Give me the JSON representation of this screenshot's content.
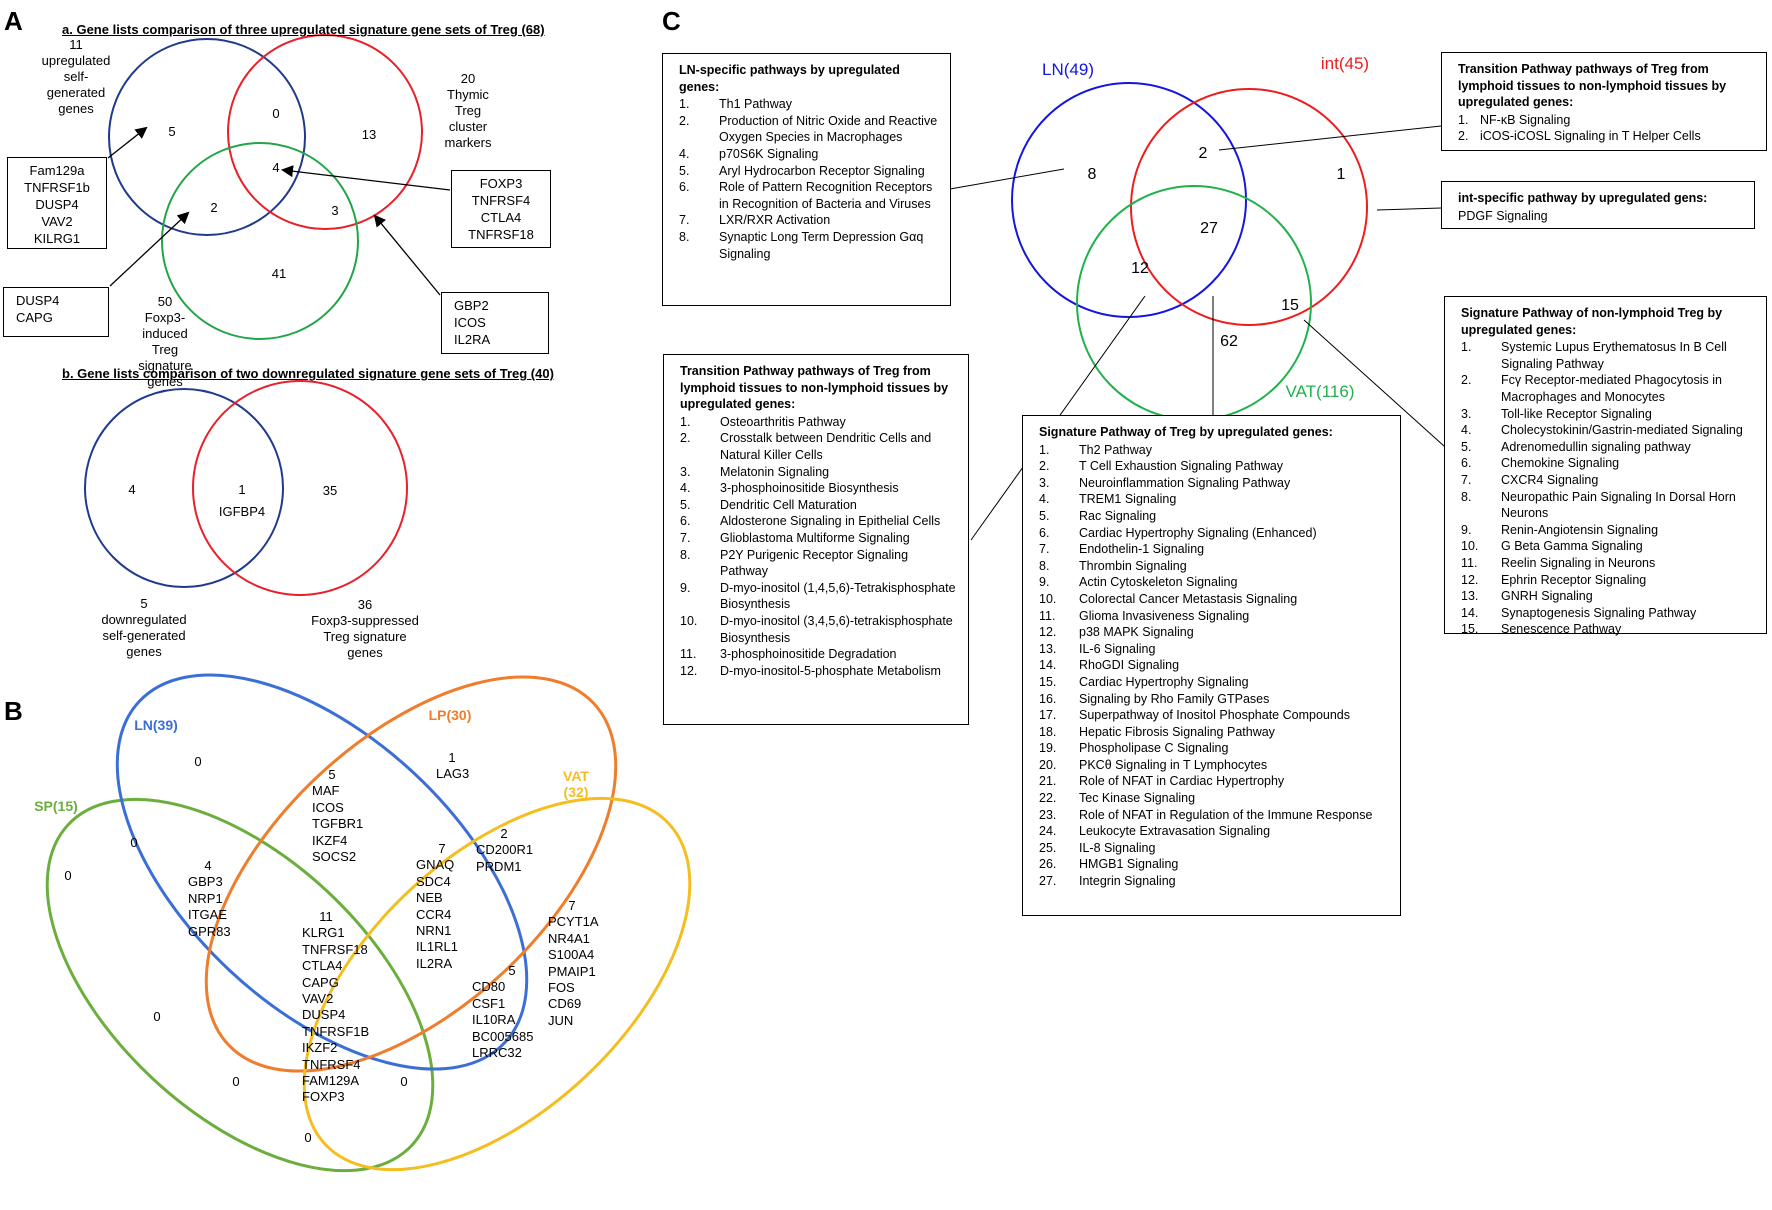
{
  "panels": {
    "a": "A",
    "b": "B",
    "c": "C"
  },
  "panel_a": {
    "title_a": "a.  Gene lists comparison of three upregulated signature gene sets of Treg (68)",
    "title_b": "b.  Gene lists comparison of two downregulated signature gene sets of Treg (40)",
    "venn_a": {
      "blue_label": "11\nupregulated\nself-\ngenerated\ngenes",
      "red_label": "20\nThymic\nTreg\ncluster\nmarkers",
      "green_label": "50\nFoxp3-\ninduced\nTreg\nsignature\ngenes",
      "counts": {
        "blue_only": "5",
        "blue_red": "0",
        "red_only": "13",
        "all": "4",
        "blue_green": "2",
        "red_green": "3",
        "green_only": "41"
      },
      "box_blue_only": [
        "Fam129a",
        "TNFRSF1b",
        "DUSP4",
        "VAV2",
        "KILRG1"
      ],
      "box_blue_green": [
        "DUSP4",
        "CAPG"
      ],
      "box_all": [
        "FOXP3",
        "TNFRSF4",
        "CTLA4",
        "TNFRSF18"
      ],
      "box_red_green": [
        "GBP2",
        "ICOS",
        "IL2RA"
      ]
    },
    "venn_b": {
      "left_only": "4",
      "both": "1",
      "both_gene": "IGFBP4",
      "right_only": "35",
      "left_label": "5\ndownregulated\nself-generated\ngenes",
      "right_label": "36\nFoxp3-suppressed\nTreg signature\ngenes"
    }
  },
  "panel_b": {
    "labels": {
      "ln": "LN(39)",
      "lp": "LP(30)",
      "sp": "SP(15)",
      "vat": "VAT\n(32)"
    },
    "colors": {
      "ln": "#3b6fd6",
      "lp": "#ef7d2b",
      "sp": "#6bae3e",
      "vat": "#f5bd1f"
    },
    "counts": [
      {
        "n": "0"
      },
      {
        "n": "1"
      },
      {
        "n": "0"
      },
      {
        "n": "0"
      },
      {
        "n": "0"
      },
      {
        "n": "0"
      },
      {
        "n": "0"
      },
      {
        "n": "0"
      }
    ],
    "groups": [
      {
        "count": "5",
        "genes": [
          "MAF",
          "ICOS",
          "TGFBR1",
          "IKZF4",
          "SOCS2"
        ]
      },
      {
        "count": "1",
        "genes": [
          "LAG3"
        ]
      },
      {
        "count": "4",
        "genes": [
          "GBP3",
          "NRP1",
          "ITGAE",
          "GPR83"
        ]
      },
      {
        "count": "7",
        "genes": [
          "GNAQ",
          "SDC4",
          "NEB",
          "CCR4",
          "NRN1",
          "IL1RL1",
          "IL2RA"
        ]
      },
      {
        "count": "2",
        "genes": [
          "CD200R1",
          "PRDM1"
        ]
      },
      {
        "count": "11",
        "genes": [
          "KLRG1",
          "TNFRSF18",
          "CTLA4",
          "CAPG",
          "VAV2",
          "DUSP4",
          "TNFRSF1B",
          "IKZF2",
          "TNFRSF4",
          "FAM129A",
          "FOXP3"
        ]
      },
      {
        "count": "5",
        "genes": [
          "CD80",
          "CSF1",
          "IL10RA",
          "BC005685",
          "LRRC32"
        ]
      },
      {
        "count": "7",
        "genes": [
          "PCYT1A",
          "NR4A1",
          "S100A4",
          "PMAIP1",
          "FOS",
          "CD69",
          "JUN"
        ]
      }
    ]
  },
  "panel_c": {
    "labels": {
      "ln": "LN(49)",
      "int": "int(45)",
      "vat": "VAT(116)"
    },
    "colors": {
      "ln": "#1515e0",
      "int": "#ee1c1c",
      "vat": "#1fb24a"
    },
    "counts": {
      "ln_only": "8",
      "ln_int": "2",
      "int_only": "1",
      "all": "27",
      "ln_vat": "12",
      "int_vat": "15",
      "vat_only": "62"
    },
    "box_ln": {
      "title": "LN-specific pathways by upregulated genes:",
      "items": [
        {
          "n": "1.",
          "t": "Th1 Pathway"
        },
        {
          "n": "2.",
          "t": "Production of Nitric Oxide and Reactive Oxygen Species in Macrophages"
        },
        {
          "n": "4.",
          "t": "p70S6K Signaling"
        },
        {
          "n": "5.",
          "t": "Aryl Hydrocarbon Receptor Signaling"
        },
        {
          "n": "6.",
          "t": "Role of Pattern Recognition Receptors in Recognition of Bacteria and Viruses"
        },
        {
          "n": "7.",
          "t": "LXR/RXR Activation"
        },
        {
          "n": "8.",
          "t": "Synaptic Long Term Depression Gαq Signaling"
        }
      ]
    },
    "box_lnint": {
      "title": "Transition Pathway pathways of Treg from lymphoid tissues to non-lymphoid tissues by upregulated genes:",
      "items": [
        {
          "n": "1.",
          "t": "NF-κB Signaling"
        },
        {
          "n": "2.",
          "t": "iCOS-iCOSL Signaling in T Helper Cells"
        }
      ]
    },
    "box_int": {
      "title": "int-specific pathway by upregulated gens:",
      "text": "PDGF Signaling"
    },
    "box_lnvat": {
      "title": "Transition Pathway pathways of Treg from lymphoid tissues to non-lymphoid tissues by upregulated genes:",
      "items": [
        {
          "n": "1.",
          "t": "Osteoarthritis Pathway"
        },
        {
          "n": "2.",
          "t": "Crosstalk between Dendritic Cells and Natural Killer Cells"
        },
        {
          "n": "3.",
          "t": "Melatonin Signaling"
        },
        {
          "n": "4.",
          "t": "3-phosphoinositide Biosynthesis"
        },
        {
          "n": "5.",
          "t": "Dendritic Cell Maturation"
        },
        {
          "n": "6.",
          "t": "Aldosterone Signaling in Epithelial Cells"
        },
        {
          "n": "7.",
          "t": "Glioblastoma Multiforme Signaling"
        },
        {
          "n": "8.",
          "t": "P2Y Purigenic Receptor Signaling Pathway"
        },
        {
          "n": "9.",
          "t": "D-myo-inositol (1,4,5,6)-Tetrakisphosphate Biosynthesis"
        },
        {
          "n": "10.",
          "t": "D-myo-inositol (3,4,5,6)-tetrakisphosphate Biosynthesis"
        },
        {
          "n": "11.",
          "t": "3-phosphoinositide Degradation"
        },
        {
          "n": "12.",
          "t": "D-myo-inositol-5-phosphate Metabolism"
        }
      ]
    },
    "box_all": {
      "title": "Signature Pathway of Treg by upregulated genes:",
      "items": [
        {
          "n": "1.",
          "t": "Th2 Pathway"
        },
        {
          "n": "2.",
          "t": "T Cell Exhaustion Signaling Pathway"
        },
        {
          "n": "3.",
          "t": "Neuroinflammation Signaling Pathway"
        },
        {
          "n": "4.",
          "t": "TREM1 Signaling"
        },
        {
          "n": "5.",
          "t": "Rac Signaling"
        },
        {
          "n": "6.",
          "t": "Cardiac Hypertrophy Signaling (Enhanced)"
        },
        {
          "n": "7.",
          "t": "Endothelin-1 Signaling"
        },
        {
          "n": "8.",
          "t": "Thrombin Signaling"
        },
        {
          "n": "9.",
          "t": "Actin Cytoskeleton Signaling"
        },
        {
          "n": "10.",
          "t": "Colorectal Cancer Metastasis Signaling"
        },
        {
          "n": "11.",
          "t": "Glioma Invasiveness Signaling"
        },
        {
          "n": "12.",
          "t": "p38 MAPK Signaling"
        },
        {
          "n": "13.",
          "t": "IL-6 Signaling"
        },
        {
          "n": "14.",
          "t": "RhoGDI Signaling"
        },
        {
          "n": "15.",
          "t": "Cardiac Hypertrophy Signaling"
        },
        {
          "n": "16.",
          "t": "Signaling by Rho Family GTPases"
        },
        {
          "n": "17.",
          "t": "Superpathway of Inositol Phosphate Compounds"
        },
        {
          "n": "18.",
          "t": "Hepatic Fibrosis Signaling Pathway"
        },
        {
          "n": "19.",
          "t": "Phospholipase C Signaling"
        },
        {
          "n": "20.",
          "t": "PKCθ Signaling in T Lymphocytes"
        },
        {
          "n": "21.",
          "t": "Role of NFAT in Cardiac Hypertrophy"
        },
        {
          "n": "22.",
          "t": "Tec Kinase Signaling"
        },
        {
          "n": "23.",
          "t": "Role of NFAT in Regulation of the Immune Response"
        },
        {
          "n": "24.",
          "t": "Leukocyte Extravasation Signaling"
        },
        {
          "n": "25.",
          "t": "IL-8 Signaling"
        },
        {
          "n": "26.",
          "t": "HMGB1 Signaling"
        },
        {
          "n": "27.",
          "t": "Integrin Signaling"
        }
      ]
    },
    "box_intvat": {
      "title": "Signature Pathway of non-lymphoid Treg by upregulated genes:",
      "items": [
        {
          "n": "1.",
          "t": "Systemic Lupus Erythematosus In B Cell Signaling Pathway"
        },
        {
          "n": "2.",
          "t": "Fcγ Receptor-mediated Phagocytosis in Macrophages and Monocytes"
        },
        {
          "n": "3.",
          "t": "Toll-like Receptor Signaling"
        },
        {
          "n": "4.",
          "t": "Cholecystokinin/Gastrin-mediated Signaling"
        },
        {
          "n": "5.",
          "t": "Adrenomedullin signaling pathway"
        },
        {
          "n": "6.",
          "t": "Chemokine Signaling"
        },
        {
          "n": "7.",
          "t": "CXCR4 Signaling"
        },
        {
          "n": "8.",
          "t": "Neuropathic Pain Signaling In Dorsal Horn Neurons"
        },
        {
          "n": "9.",
          "t": "Renin-Angiotensin Signaling"
        },
        {
          "n": "10.",
          "t": "G Beta Gamma Signaling"
        },
        {
          "n": "11.",
          "t": "Reelin Signaling in Neurons"
        },
        {
          "n": "12.",
          "t": "Ephrin Receptor Signaling"
        },
        {
          "n": "13.",
          "t": "GNRH Signaling"
        },
        {
          "n": "14.",
          "t": "Synaptogenesis Signaling Pathway"
        },
        {
          "n": "15.",
          "t": "Senescence Pathway"
        }
      ]
    }
  }
}
